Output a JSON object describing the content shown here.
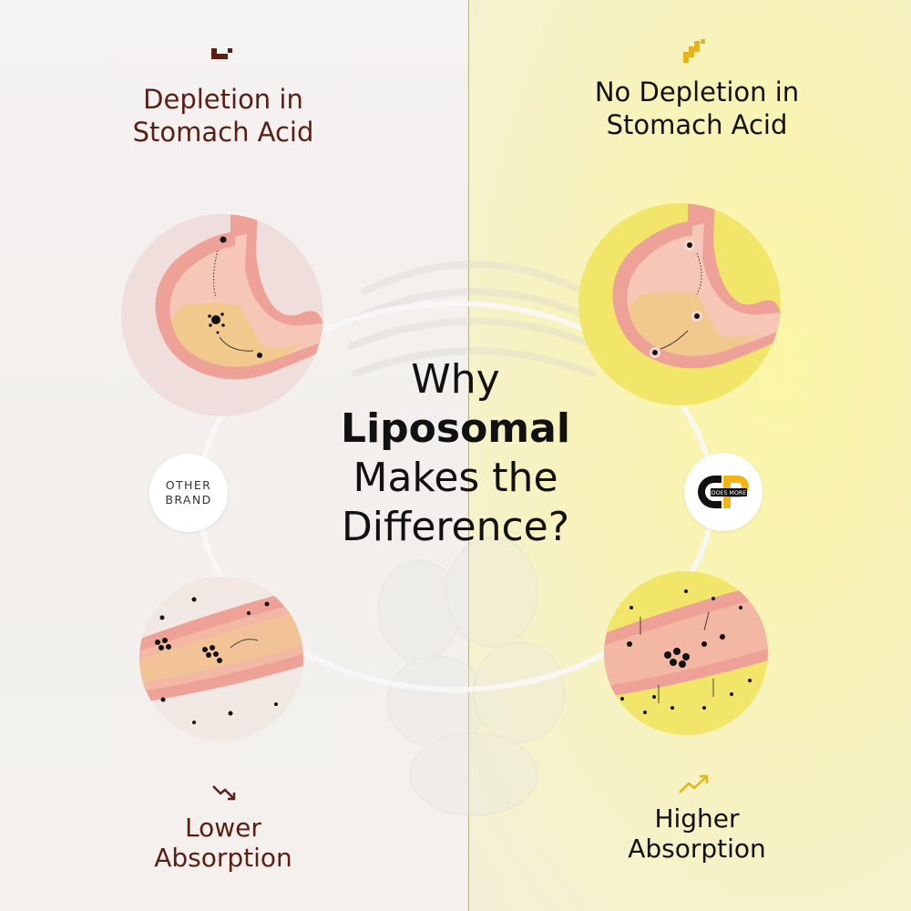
{
  "left": {
    "heading_line1": "Depletion in",
    "heading_line2": "Stomach Acid",
    "badge_line1": "OTHER",
    "badge_line2": "BRAND",
    "footer_line1": "Lower",
    "footer_line2": "Absorption"
  },
  "right": {
    "heading_line1": "No Depletion in",
    "heading_line2": "Stomach Acid",
    "badge_logo_text": "DOES MORE",
    "footer_line1": "Higher",
    "footer_line2": "Absorption"
  },
  "center": {
    "line1": "Why",
    "line2": "Liposomal",
    "line3": "Makes the",
    "line4": "Difference?"
  },
  "colors": {
    "brown": "#5b1e13",
    "yellow_accent": "#e6b416",
    "stomach_pink": "#eea196",
    "acid": "#f1c98d"
  },
  "icons": {
    "left_top": "pixel-steps-icon",
    "right_top": "pixel-steps-icon",
    "left_bottom": "trend-down-icon",
    "right_bottom": "trend-up-icon"
  }
}
